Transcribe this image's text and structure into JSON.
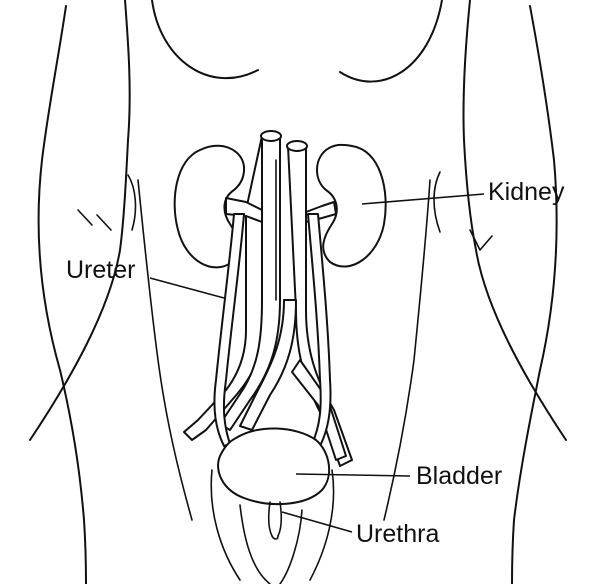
{
  "labels": {
    "kidney": "Kidney",
    "ureter": "Ureter",
    "bladder": "Bladder",
    "urethra": "Urethra"
  },
  "colors": {
    "ink": "#111111",
    "background": "#ffffff"
  }
}
